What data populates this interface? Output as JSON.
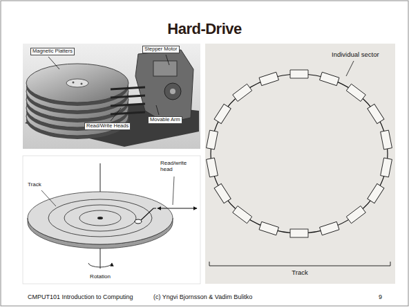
{
  "diagram": {
    "title": "Hard-Drive",
    "labels": [
      "Magnetic Platters",
      "Stepper Motor",
      "Read/Write Heads",
      "Movable Arm",
      "Track",
      "Read/write head",
      "Rotation",
      "Individual sector",
      "Track",
      "CMPUT101 Introduction to Computing",
      "(c) Yngvi Bjornsson & Vadim Bulitko",
      "9"
    ]
  }
}
